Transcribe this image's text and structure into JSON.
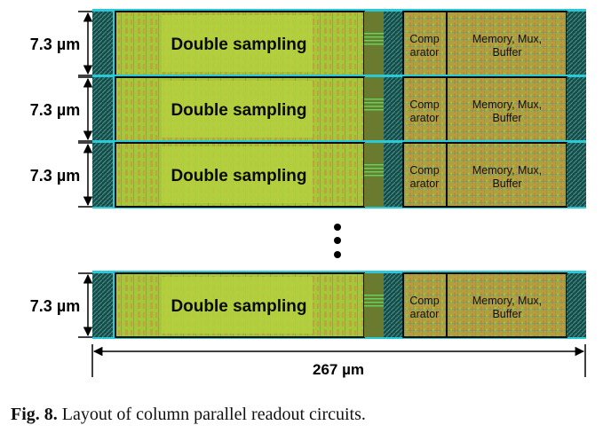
{
  "rows": [
    {
      "height_label": "7.3 µm",
      "block_double_sampling": "Double sampling",
      "comparator_line1": "Comp",
      "comparator_line2": "arator",
      "memory_line1": "Memory, Mux,",
      "memory_line2": "Buffer"
    },
    {
      "height_label": "7.3 µm",
      "block_double_sampling": "Double sampling",
      "comparator_line1": "Comp",
      "comparator_line2": "arator",
      "memory_line1": "Memory, Mux,",
      "memory_line2": "Buffer"
    },
    {
      "height_label": "7.3 µm",
      "block_double_sampling": "Double sampling",
      "comparator_line1": "Comp",
      "comparator_line2": "arator",
      "memory_line1": "Memory, Mux,",
      "memory_line2": "Buffer"
    },
    {
      "height_label": "7.3 µm",
      "block_double_sampling": "Double sampling",
      "comparator_line1": "Comp",
      "comparator_line2": "arator",
      "memory_line1": "Memory, Mux,",
      "memory_line2": "Buffer"
    }
  ],
  "width_label": "267 µm",
  "caption": {
    "label": "Fig. 8.",
    "text": "Layout of column parallel readout circuits."
  },
  "colors": {
    "edge_teal": "#1f4d4d",
    "cyan": "#29c9d8",
    "block_green": "#a9c93a",
    "block_orange": "#c9934a",
    "outline": "#0d0d0d"
  }
}
